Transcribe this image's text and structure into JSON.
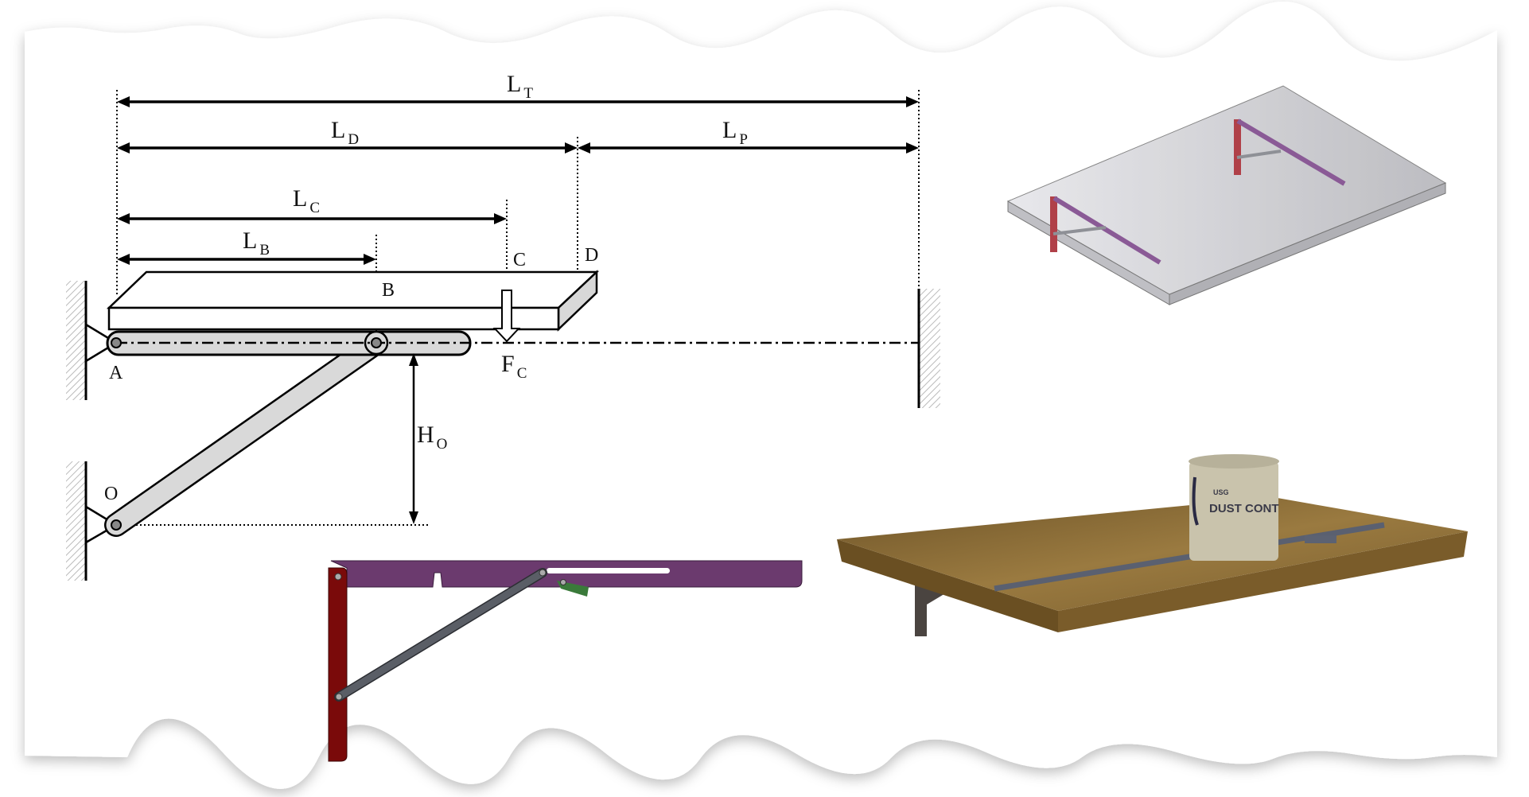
{
  "diagram": {
    "dimensions": {
      "LT": {
        "main": "L",
        "sub": "T"
      },
      "LD": {
        "main": "L",
        "sub": "D"
      },
      "LP": {
        "main": "L",
        "sub": "P"
      },
      "LC": {
        "main": "L",
        "sub": "C"
      },
      "LB": {
        "main": "L",
        "sub": "B"
      },
      "HO": {
        "main": "H",
        "sub": "O"
      }
    },
    "force": {
      "main": "F",
      "sub": "C"
    },
    "points": {
      "A": "A",
      "B": "B",
      "C": "C",
      "D": "D",
      "O": "O"
    }
  },
  "photo": {
    "bucket_brand": "USG",
    "bucket_label": "DUST CONT"
  },
  "colors": {
    "bar_fill": "#d9d9d9",
    "bracket_arm": "#6b3a6e",
    "bracket_post": "#7a0a0a",
    "link": "#5a5e66",
    "wood": "#8c6c38",
    "slab": "#c4c4c8"
  }
}
